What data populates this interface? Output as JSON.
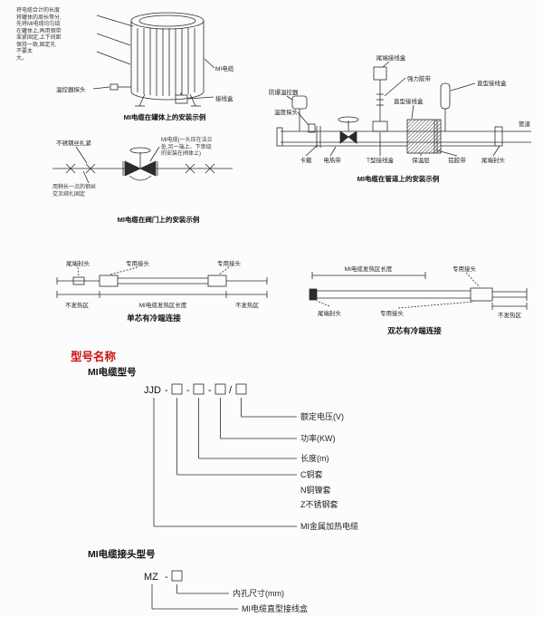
{
  "tank": {
    "note": "将电缆合计的长度\n将罐体的周长等分,\n先将MI电缆均匀绕\n在罐体上,再用钢带\n束紧固定,上下间距\n保持一致,固定孔\n不要太\n大。",
    "labels": {
      "probe": "温控器探头",
      "cable": "MI电缆",
      "junction_box": "接线盒"
    },
    "caption": "MI电缆在罐体上的安装示例"
  },
  "pipe": {
    "labels": {
      "tail_junction_box": "尾端接线盒",
      "strong_tape": "强力胶带",
      "straight_box_top": "直型接线盒",
      "exproof_thermostat": "防爆温控器",
      "temp_probe": "温度探头",
      "straight_box_mid": "直型接线盒",
      "pipe": "管道",
      "clamp": "卡箍",
      "heating_cable": "电热带",
      "t_junction_box": "T型接线盒",
      "insulation": "保温层",
      "alu_tape": "铝胶带",
      "end_seal": "尾端封头"
    },
    "caption": "MI电缆在管道上的安装示例"
  },
  "valve": {
    "labels": {
      "ss_wire_tie": "不锈钢丝扎紧",
      "cable_note": "MI电缆(一头压在法兰\n处,另一端上、下串绕\n的安装在阀体上)",
      "cross_tie_note": "用稍长一点的钢丝\n交叉绑扎固定"
    },
    "caption": "MI电缆在阀门上的安装示例"
  },
  "single_core": {
    "labels": {
      "end_seal": "尾端封头",
      "connector_left": "专用接头",
      "connector_right": "专用接头",
      "cold_zone_left": "不发热区",
      "heating_zone": "MI电缆发热区长度",
      "cold_zone_right": "不发热区"
    },
    "caption": "单芯有冷端连接"
  },
  "dual_core": {
    "labels": {
      "heating_zone": "MI电缆发热区长度",
      "connector_top": "专用接头",
      "end_seal": "尾端封头",
      "connector_bottom": "专用接头",
      "cold_zone": "不发热区"
    },
    "caption": "双芯有冷端连接"
  },
  "model_section": {
    "title": "型号名称",
    "title_color": "#cc1111",
    "cable_model": {
      "heading": "MI电缆型号",
      "prefix": "JJD",
      "separators": [
        "-",
        "-",
        "-",
        "/"
      ],
      "branch_labels": [
        "额定电压(V)",
        "功率(KW)",
        "长度(m)",
        "C铜套",
        "N铜镍套",
        "Z不锈钢套",
        "MI金属加热电缆"
      ]
    },
    "joint_model": {
      "heading": "MI电缆接头型号",
      "prefix": "MZ",
      "separator": "-",
      "branch_labels": [
        "内孔尺寸(mm)",
        "MI电缆直型接线盒"
      ]
    }
  }
}
